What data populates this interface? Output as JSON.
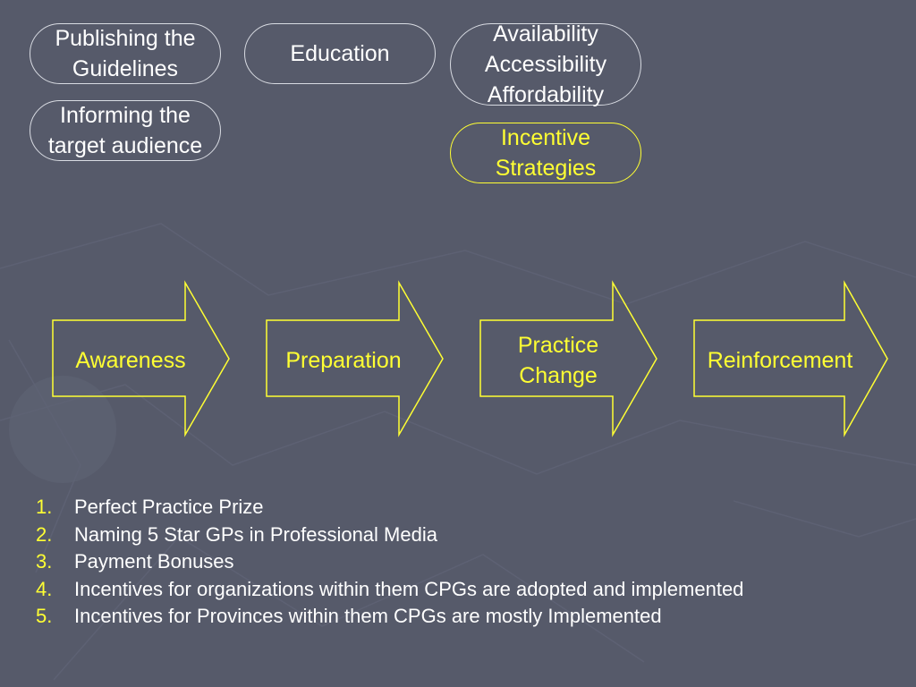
{
  "ovals": [
    {
      "id": "publishing",
      "text": "Publishing the\nGuidelines"
    },
    {
      "id": "education",
      "text": "Education"
    },
    {
      "id": "availability",
      "text": "Availability\nAccessibility\nAffordability"
    },
    {
      "id": "informing",
      "text": "Informing the\ntarget audience"
    },
    {
      "id": "incentive",
      "text": "Incentive\nStrategies",
      "highlighted": true
    }
  ],
  "stages": [
    {
      "label": "Awareness"
    },
    {
      "label": "Preparation"
    },
    {
      "label": "Practice\nChange"
    },
    {
      "label": "Reinforcement"
    }
  ],
  "incentives": [
    {
      "num": "1.",
      "text": "Perfect Practice Prize"
    },
    {
      "num": "2.",
      "text": "Naming 5 Star GPs in Professional Media"
    },
    {
      "num": "3.",
      "text": "Payment Bonuses"
    },
    {
      "num": "4.",
      "text": "Incentives for organizations within them CPGs are adopted and implemented"
    },
    {
      "num": "5.",
      "text": "Incentives for Provinces within them CPGs are mostly Implemented"
    }
  ],
  "colors": {
    "background": "#565a6a",
    "accent": "#ffff33",
    "text": "#ffffff",
    "outline": "#d8dbe2"
  }
}
